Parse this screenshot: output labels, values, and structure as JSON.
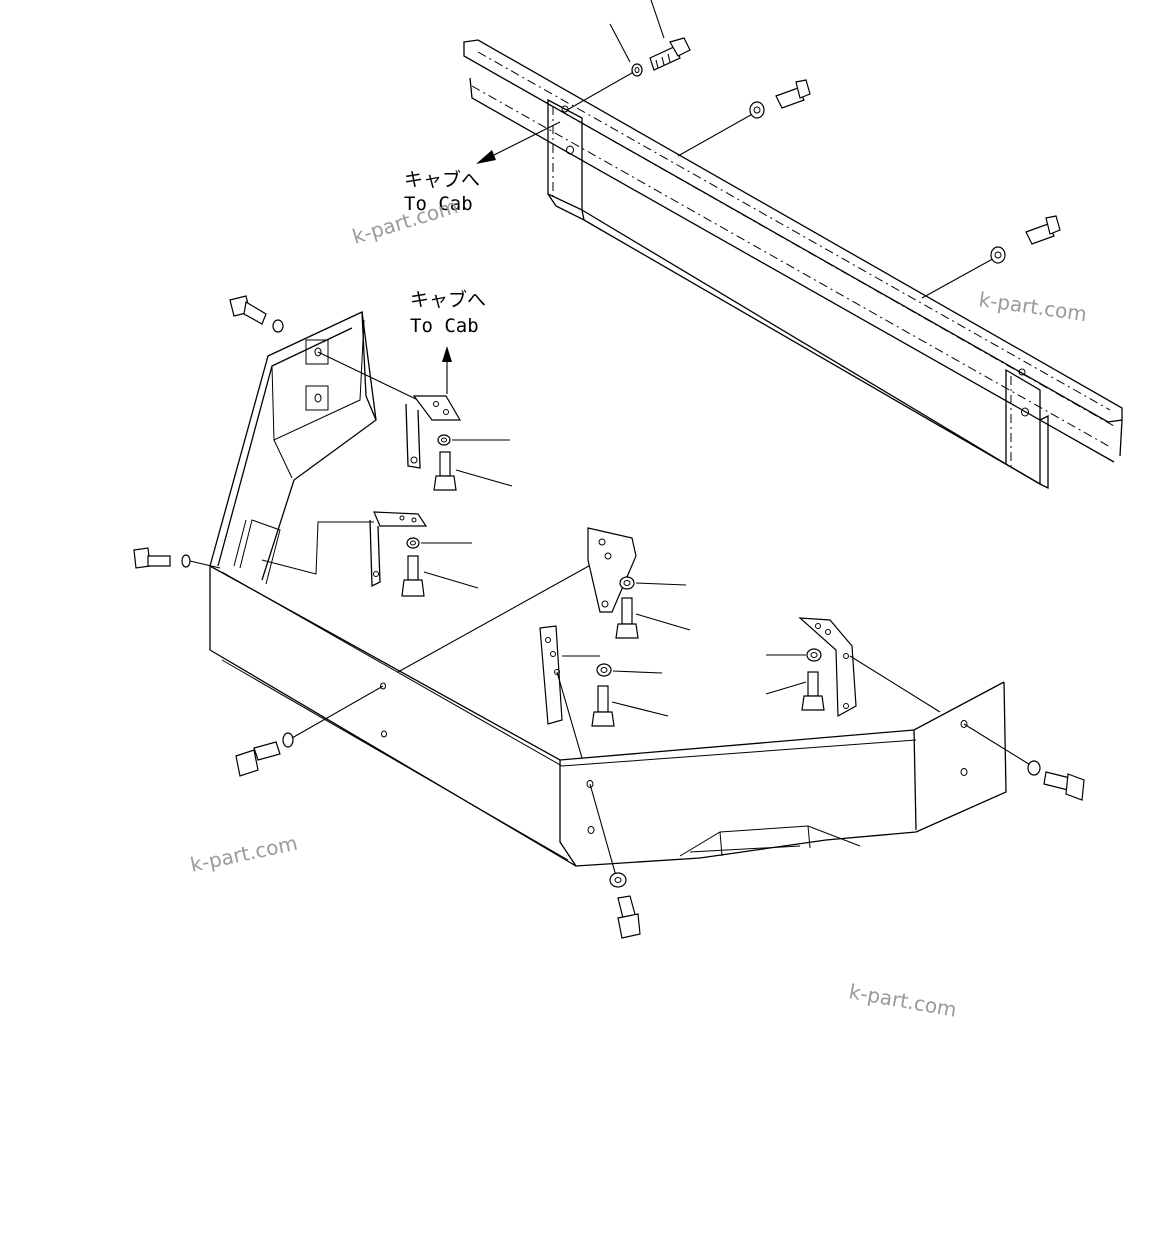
{
  "labels": {
    "cab_top_jp": "キャブへ",
    "cab_top_en": "To Cab",
    "cab_mid_jp": "キャブへ",
    "cab_mid_en": "To Cab"
  },
  "watermarks": [
    "k-part.com",
    "k-part.com",
    "k-part.com",
    "k-part.com"
  ]
}
